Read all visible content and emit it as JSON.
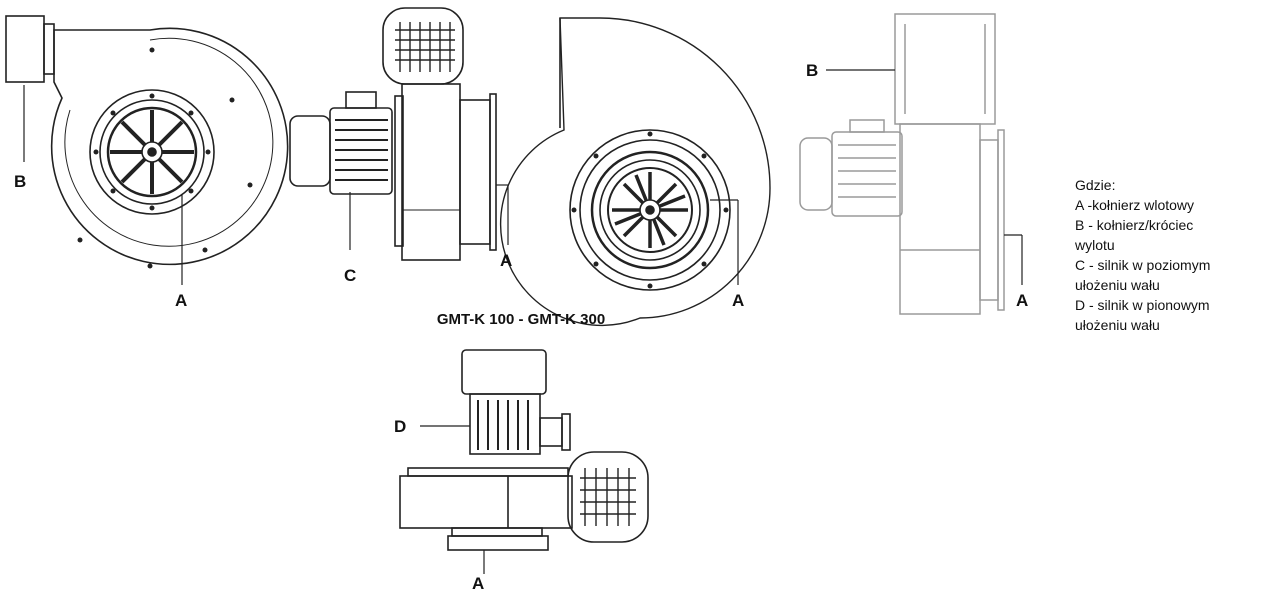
{
  "caption": "GMT-K 100 - GMT-K 300",
  "callouts": {
    "a1": "A",
    "b1": "B",
    "c2": "C",
    "a2": "A",
    "a3": "A",
    "b4": "B",
    "a4": "A",
    "d5": "D",
    "a5": "A"
  },
  "legend": {
    "title": "Gdzie:",
    "lines": [
      "A -kołnierz wlotowy",
      "B - kołnierz/króciec",
      "wylotu",
      "C - silnik w poziomym",
      "ułożeniu wału",
      "D - silnik w pionowym",
      "ułożeniu wału"
    ]
  },
  "colors": {
    "ink": "#222222",
    "grey": "#9a9a9a",
    "paper": "#ffffff"
  }
}
